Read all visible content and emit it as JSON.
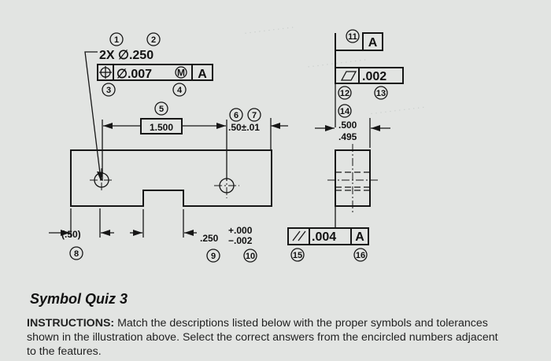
{
  "drawing": {
    "callouts": {
      "c1": "1",
      "c2": "2",
      "c3": "3",
      "c4": "4",
      "c5": "5",
      "c6": "6",
      "c7": "7",
      "c8": "8",
      "c9": "9",
      "c10": "10",
      "c11": "11",
      "c12": "12",
      "c13": "13",
      "c14": "14",
      "c15": "15",
      "c16": "16"
    },
    "hole_note": "2X ∅.250",
    "position_frame": {
      "symbol": "⌖",
      "tolerance": "∅.007",
      "modifier": "M",
      "datum": "A"
    },
    "datum_label": "A",
    "flatness_frame": {
      "symbol": "▱",
      "tolerance": ".002"
    },
    "dim_basic": "1.500",
    "dim_middle": ".50±.01",
    "dim_thickness_upper": ".500",
    "dim_thickness_lower": ".495",
    "dim_reference": "(.50)",
    "dim_slot_base": ".250",
    "dim_slot_upper": "+.000",
    "dim_slot_lower": "−.002",
    "parallel_frame": {
      "symbol": "//",
      "tolerance": ".004",
      "datum": "A"
    }
  },
  "quiz": {
    "title": "Symbol Quiz 3",
    "instructions_label": "INSTRUCTIONS:",
    "instructions_text": " Match the descriptions listed below with the proper symbols and tolerances shown in the illustration above. Select the correct answers from the encircled numbers adjacent to the features."
  }
}
